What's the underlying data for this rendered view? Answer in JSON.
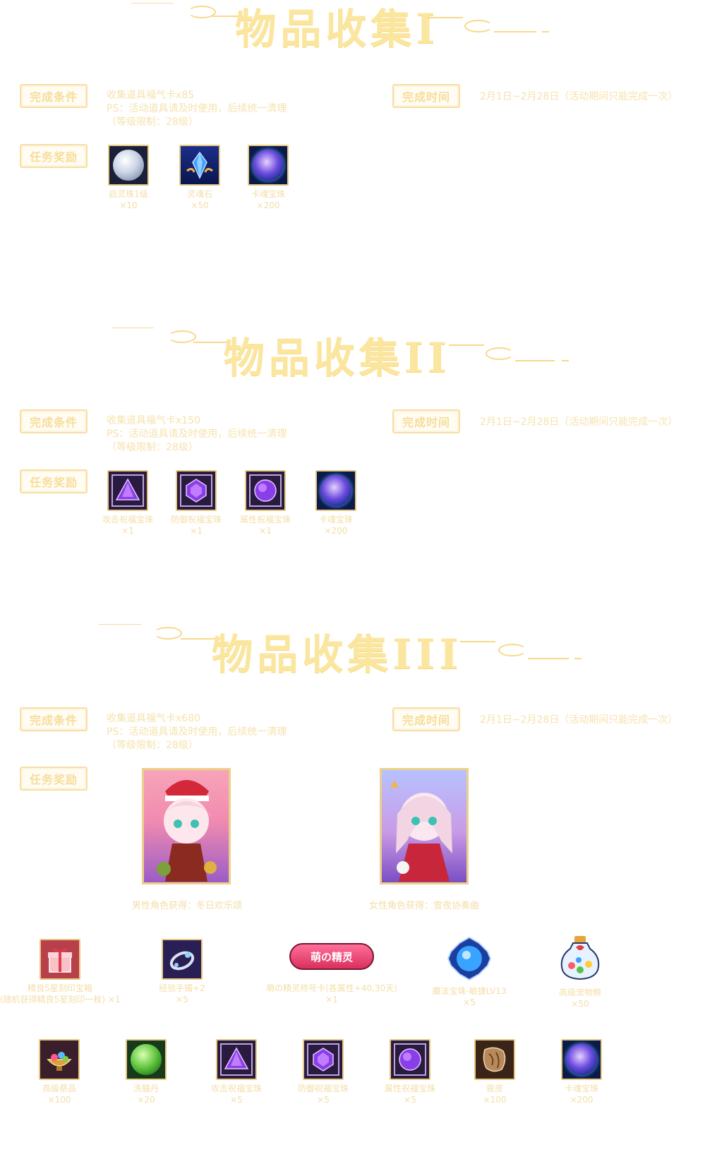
{
  "labels": {
    "condition": "完成条件",
    "time": "完成时间",
    "reward": "任务奖励"
  },
  "sections": [
    {
      "title": "物品收集I",
      "condition_lines": [
        "收集道具福气卡x85",
        "PS：活动道具请及时使用，后续统一清理",
        "（等级限制：28级）"
      ],
      "time": "2月1日~2月28日（活动期间只能完成一次）",
      "rewards": [
        {
          "name": "启灵珠1级",
          "qty": "×10",
          "icon": "moon-orb-icon"
        },
        {
          "name": "灵魂石",
          "qty": "×50",
          "icon": "soul-crystal-icon"
        },
        {
          "name": "卡魂宝珠",
          "qty": "×200",
          "icon": "card-soul-orb-icon"
        }
      ]
    },
    {
      "title": "物品收集II",
      "condition_lines": [
        "收集道具福气卡x150",
        "PS：活动道具请及时使用，后续统一清理",
        "（等级限制：28级）"
      ],
      "time": "2月1日~2月28日（活动期间只能完成一次）",
      "rewards": [
        {
          "name": "攻击祝福宝珠",
          "qty": "×1",
          "icon": "attack-bless-gem-icon"
        },
        {
          "name": "防御祝福宝珠",
          "qty": "×1",
          "icon": "defense-bless-gem-icon"
        },
        {
          "name": "属性祝福宝珠",
          "qty": "×1",
          "icon": "attribute-bless-gem-icon"
        },
        {
          "name": "卡魂宝珠",
          "qty": "×200",
          "icon": "card-soul-orb-icon"
        }
      ]
    },
    {
      "title": "物品收集III",
      "condition_lines": [
        "收集道具福气卡x680",
        "PS：活动道具请及时使用，后续统一清理",
        "（等级限制：28级）"
      ],
      "time": "2月1日~2月28日（活动期间只能完成一次）",
      "characters": [
        {
          "label": "男性角色获得：冬日欢乐颂"
        },
        {
          "label": "女性角色获得：雪夜协奏曲"
        }
      ],
      "rewards_row1": [
        {
          "name": "精良5星刻印宝箱",
          "qty": "(随机获得精良5星刻印一枚) ×1",
          "icon": "gift-box-icon"
        },
        {
          "name": "经验手镯+2",
          "qty": "×5",
          "icon": "bracelet-icon"
        },
        {
          "name": "萌の精灵称号卡(各属性+40,30天)",
          "qty": "×1",
          "icon": "title-card-icon",
          "badge_text": "萌の精灵"
        },
        {
          "name": "魔法宝珠-敏捷LV13",
          "qty": "×5",
          "icon": "magic-gem-icon"
        },
        {
          "name": "高级宠物粮",
          "qty": "×50",
          "icon": "pet-food-jar-icon"
        }
      ],
      "rewards_row2": [
        {
          "name": "高级祭品",
          "qty": "×100",
          "icon": "offering-bowl-icon"
        },
        {
          "name": "洗髓丹",
          "qty": "×20",
          "icon": "green-pill-icon"
        },
        {
          "name": "攻击祝福宝珠",
          "qty": "×5",
          "icon": "attack-bless-gem-icon"
        },
        {
          "name": "防御祝福宝珠",
          "qty": "×5",
          "icon": "defense-bless-gem-icon"
        },
        {
          "name": "属性祝福宝珠",
          "qty": "×5",
          "icon": "attribute-bless-gem-icon"
        },
        {
          "name": "兽皮",
          "qty": "×100",
          "icon": "beast-hide-icon"
        },
        {
          "name": "卡魂宝珠",
          "qty": "×200",
          "icon": "card-soul-orb-icon"
        }
      ]
    }
  ],
  "colors": {
    "gold": "#f6e2ad",
    "title": "#fbe6a0",
    "border": "#e7c981"
  }
}
